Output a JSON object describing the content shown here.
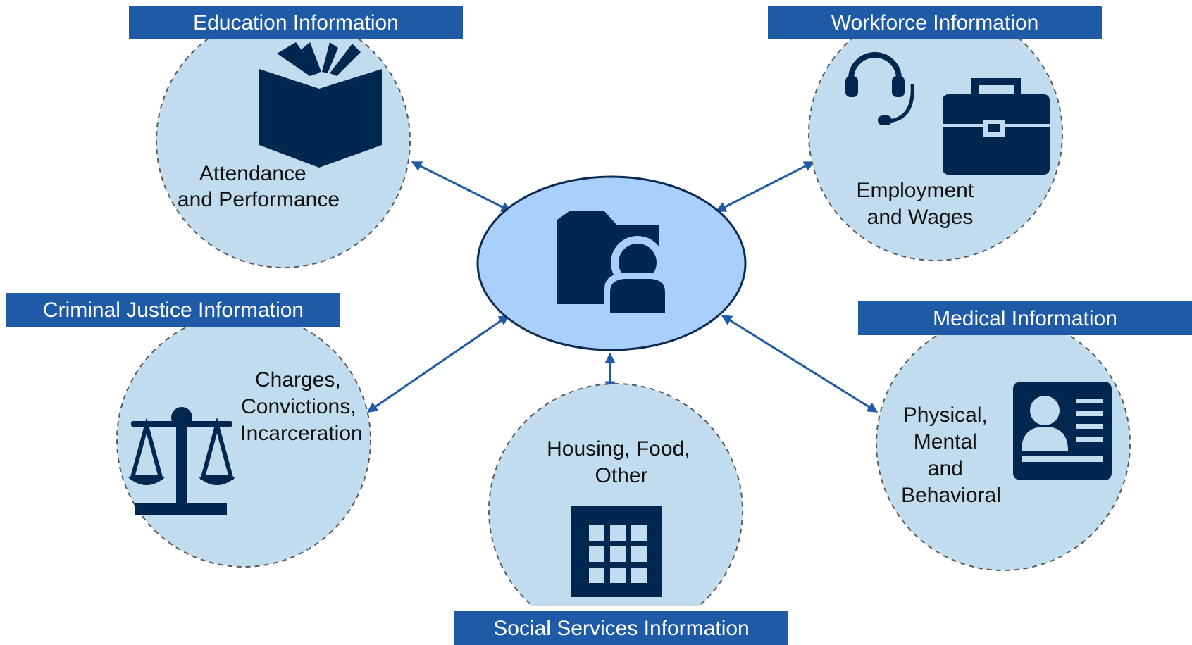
{
  "hub": {
    "label": "",
    "icon": "person-folder-icon"
  },
  "nodes": {
    "education": {
      "title": "Education Information",
      "lines": [
        "Attendance",
        "and Performance"
      ],
      "icon": "open-book-icon"
    },
    "workforce": {
      "title": "Workforce Information",
      "lines": [
        "Employment",
        "and Wages"
      ],
      "icons": [
        "headset-icon",
        "briefcase-icon"
      ]
    },
    "criminal": {
      "title": "Criminal Justice Information",
      "lines": [
        "Charges,",
        "Convictions,",
        "Incarceration"
      ],
      "icon": "scales-of-justice-icon"
    },
    "medical": {
      "title": "Medical Information",
      "lines": [
        "Physical,",
        "Mental",
        "and",
        "Behavioral"
      ],
      "icon": "id-card-icon"
    },
    "social": {
      "title": "Social Services Information",
      "lines": [
        "Housing, Food,",
        "Other"
      ],
      "icon": "building-grid-icon"
    }
  },
  "colors": {
    "banner": "#1f5aa6",
    "circle_fill": "#c2dcef",
    "hub_fill": "#a8d0fb",
    "icon": "#00274f",
    "connector": "#1f5aa6"
  }
}
